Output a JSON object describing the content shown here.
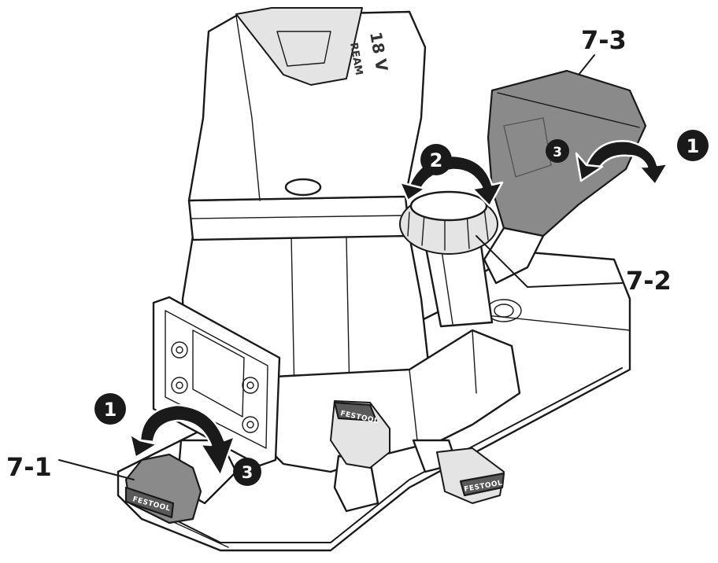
{
  "labels": {
    "part_1": "7-1",
    "part_2": "7-2",
    "part_3": "7-3"
  },
  "steps": {
    "left_1": "1",
    "left_3": "3",
    "knob_2": "2",
    "lever_1": "1",
    "lever_3": "3"
  },
  "device_text": {
    "model": "18 V",
    "series": "REAM",
    "brand_lever_left": "FESTOOL",
    "brand_lever_center": "FESTOOL",
    "brand_lever_right": "FESTOOL"
  },
  "colors": {
    "line_art": "#1a1a1a",
    "lever_fill": "#8a8a8a",
    "step_badge": "#1a1a1a",
    "background": "#ffffff"
  }
}
